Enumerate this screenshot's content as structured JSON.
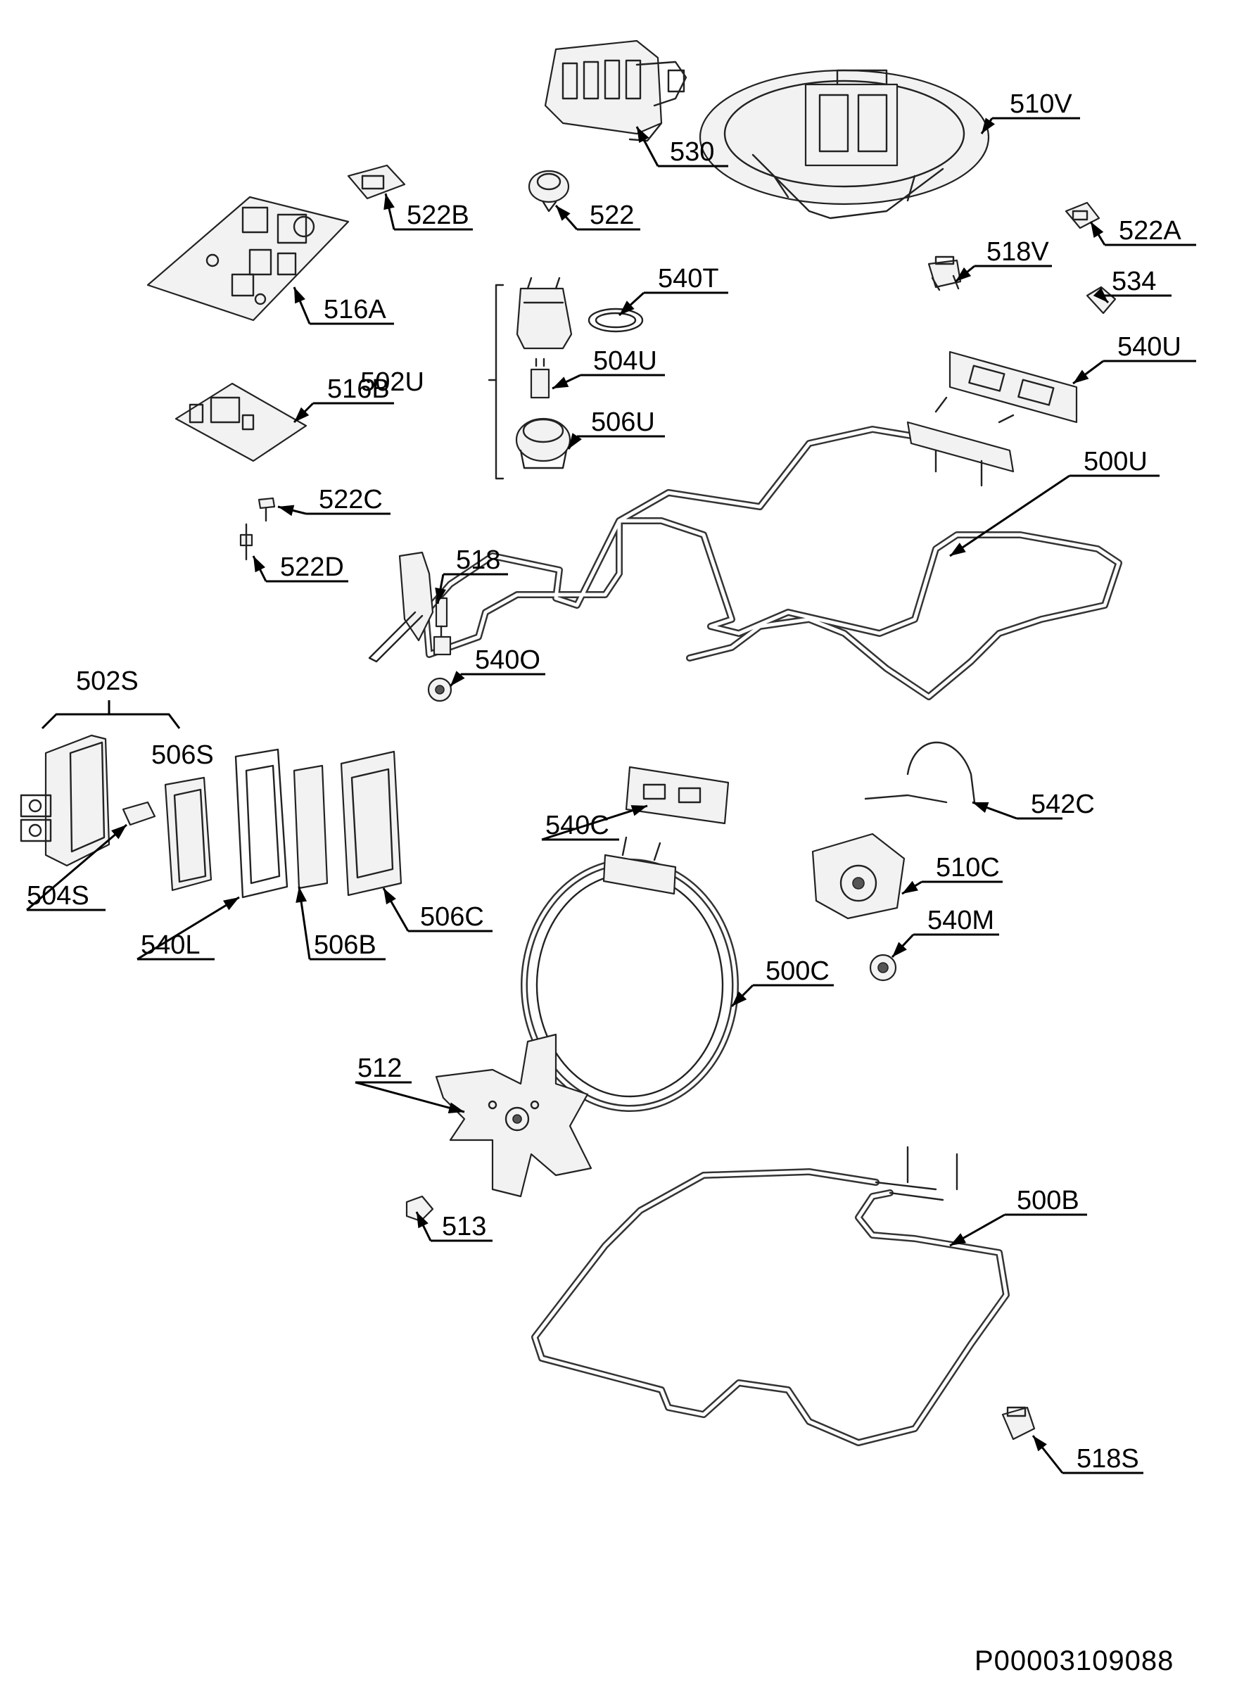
{
  "drawing_code": "P00003109088",
  "callouts": [
    {
      "id": "530",
      "label": "530"
    },
    {
      "id": "510V",
      "label": "510V"
    },
    {
      "id": "522B",
      "label": "522B"
    },
    {
      "id": "522",
      "label": "522"
    },
    {
      "id": "522A",
      "label": "522A"
    },
    {
      "id": "518V",
      "label": "518V"
    },
    {
      "id": "540T",
      "label": "540T"
    },
    {
      "id": "534",
      "label": "534"
    },
    {
      "id": "516A",
      "label": "516A"
    },
    {
      "id": "540U",
      "label": "540U"
    },
    {
      "id": "504U",
      "label": "504U"
    },
    {
      "id": "502U",
      "label": "502U"
    },
    {
      "id": "516B",
      "label": "516B"
    },
    {
      "id": "506U",
      "label": "506U"
    },
    {
      "id": "500U",
      "label": "500U"
    },
    {
      "id": "522C",
      "label": "522C"
    },
    {
      "id": "522D",
      "label": "522D"
    },
    {
      "id": "518",
      "label": "518"
    },
    {
      "id": "540O",
      "label": "540O"
    },
    {
      "id": "502S",
      "label": "502S"
    },
    {
      "id": "506S",
      "label": "506S"
    },
    {
      "id": "542C",
      "label": "542C"
    },
    {
      "id": "540C",
      "label": "540C"
    },
    {
      "id": "510C",
      "label": "510C"
    },
    {
      "id": "504S",
      "label": "504S"
    },
    {
      "id": "506C",
      "label": "506C"
    },
    {
      "id": "540M",
      "label": "540M"
    },
    {
      "id": "540L",
      "label": "540L"
    },
    {
      "id": "506B",
      "label": "506B"
    },
    {
      "id": "500C",
      "label": "500C"
    },
    {
      "id": "512",
      "label": "512"
    },
    {
      "id": "500B",
      "label": "500B"
    },
    {
      "id": "513",
      "label": "513"
    },
    {
      "id": "518S",
      "label": "518S"
    }
  ]
}
